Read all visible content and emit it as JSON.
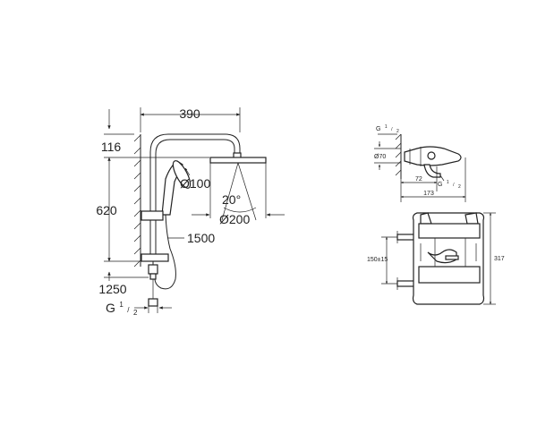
{
  "shower": {
    "dim_width": "390",
    "dim_top": "116",
    "dim_height": "620",
    "dim_hand_diameter": "Ø100",
    "dim_angle": "20°",
    "dim_head_diameter": "Ø200",
    "dim_hose": "1500",
    "dim_total": "1250",
    "thread_g": "G",
    "thread_num": "1",
    "thread_den": "2"
  },
  "thermostat_side": {
    "thread_top_g": "G",
    "thread_top_num": "1",
    "thread_top_den": "2",
    "dim_diameter": "Ø70",
    "dim_depth": "72",
    "thread_side_g": "G",
    "thread_side_num": "1",
    "thread_side_den": "2",
    "dim_total_depth": "173"
  },
  "thermostat_front": {
    "dim_spacing": "150±15",
    "dim_height": "317"
  }
}
